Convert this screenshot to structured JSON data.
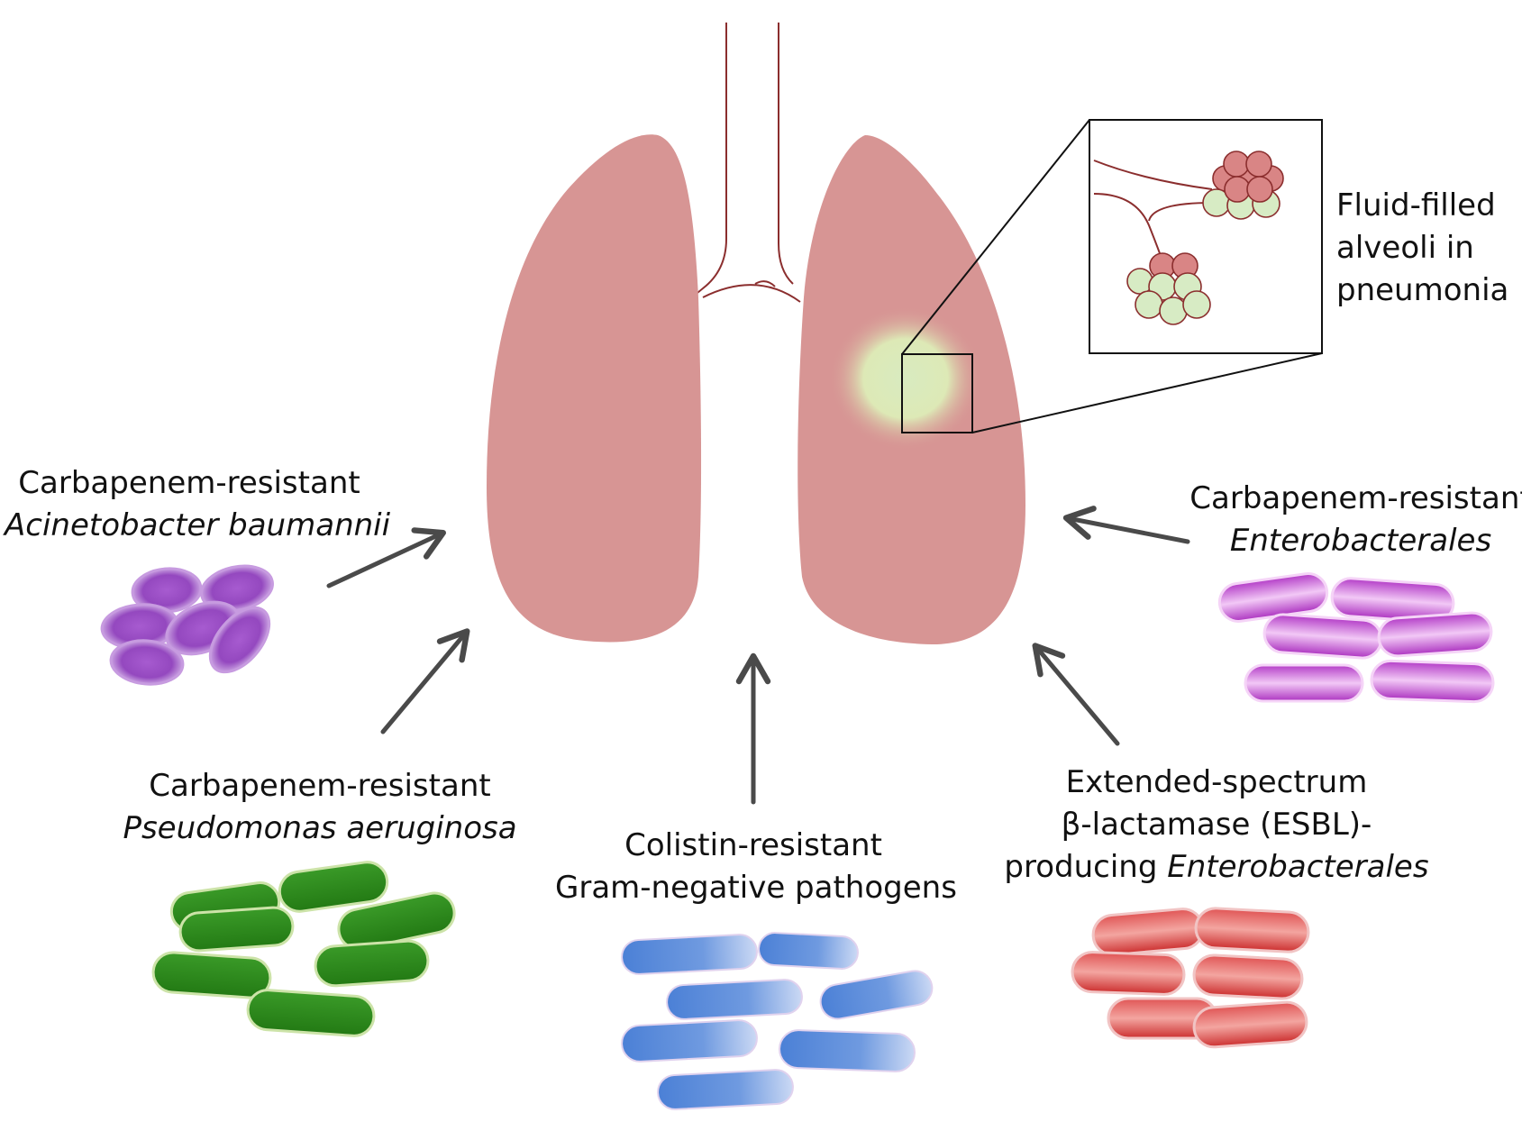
{
  "callout": {
    "line1": "Fluid-filled",
    "line2": "alveoli in",
    "line3": "pneumonia"
  },
  "pathogens": {
    "acinetobacter": {
      "line1": "Carbapenem-resistant",
      "line2": "Acinetobacter baumannii"
    },
    "pseudomonas": {
      "line1": "Carbapenem-resistant",
      "line2": "Pseudomonas aeruginosa"
    },
    "colistin": {
      "line1": "Colistin-resistant",
      "line2": "Gram-negative pathogens"
    },
    "esbl": {
      "line1": "Extended-spectrum",
      "line2": "β-lactamase (ESBL)-",
      "line3a": "producing ",
      "line3b": "Enterobacterales"
    },
    "enterobacterales": {
      "line1": "Carbapenem-resistant",
      "line2": "Enterobacterales"
    }
  },
  "colors": {
    "lung": "#d79594",
    "trachea": "#8b2e2e",
    "infection": "#d9e8b4",
    "arrow": "#4a4a4a",
    "acinetobacter": "#9b4fc0",
    "pseudomonas": "#2e8b1e",
    "colistin": "#4f86d8",
    "esbl": "#d63c3c",
    "enterobacterales": "#b13ac4"
  }
}
